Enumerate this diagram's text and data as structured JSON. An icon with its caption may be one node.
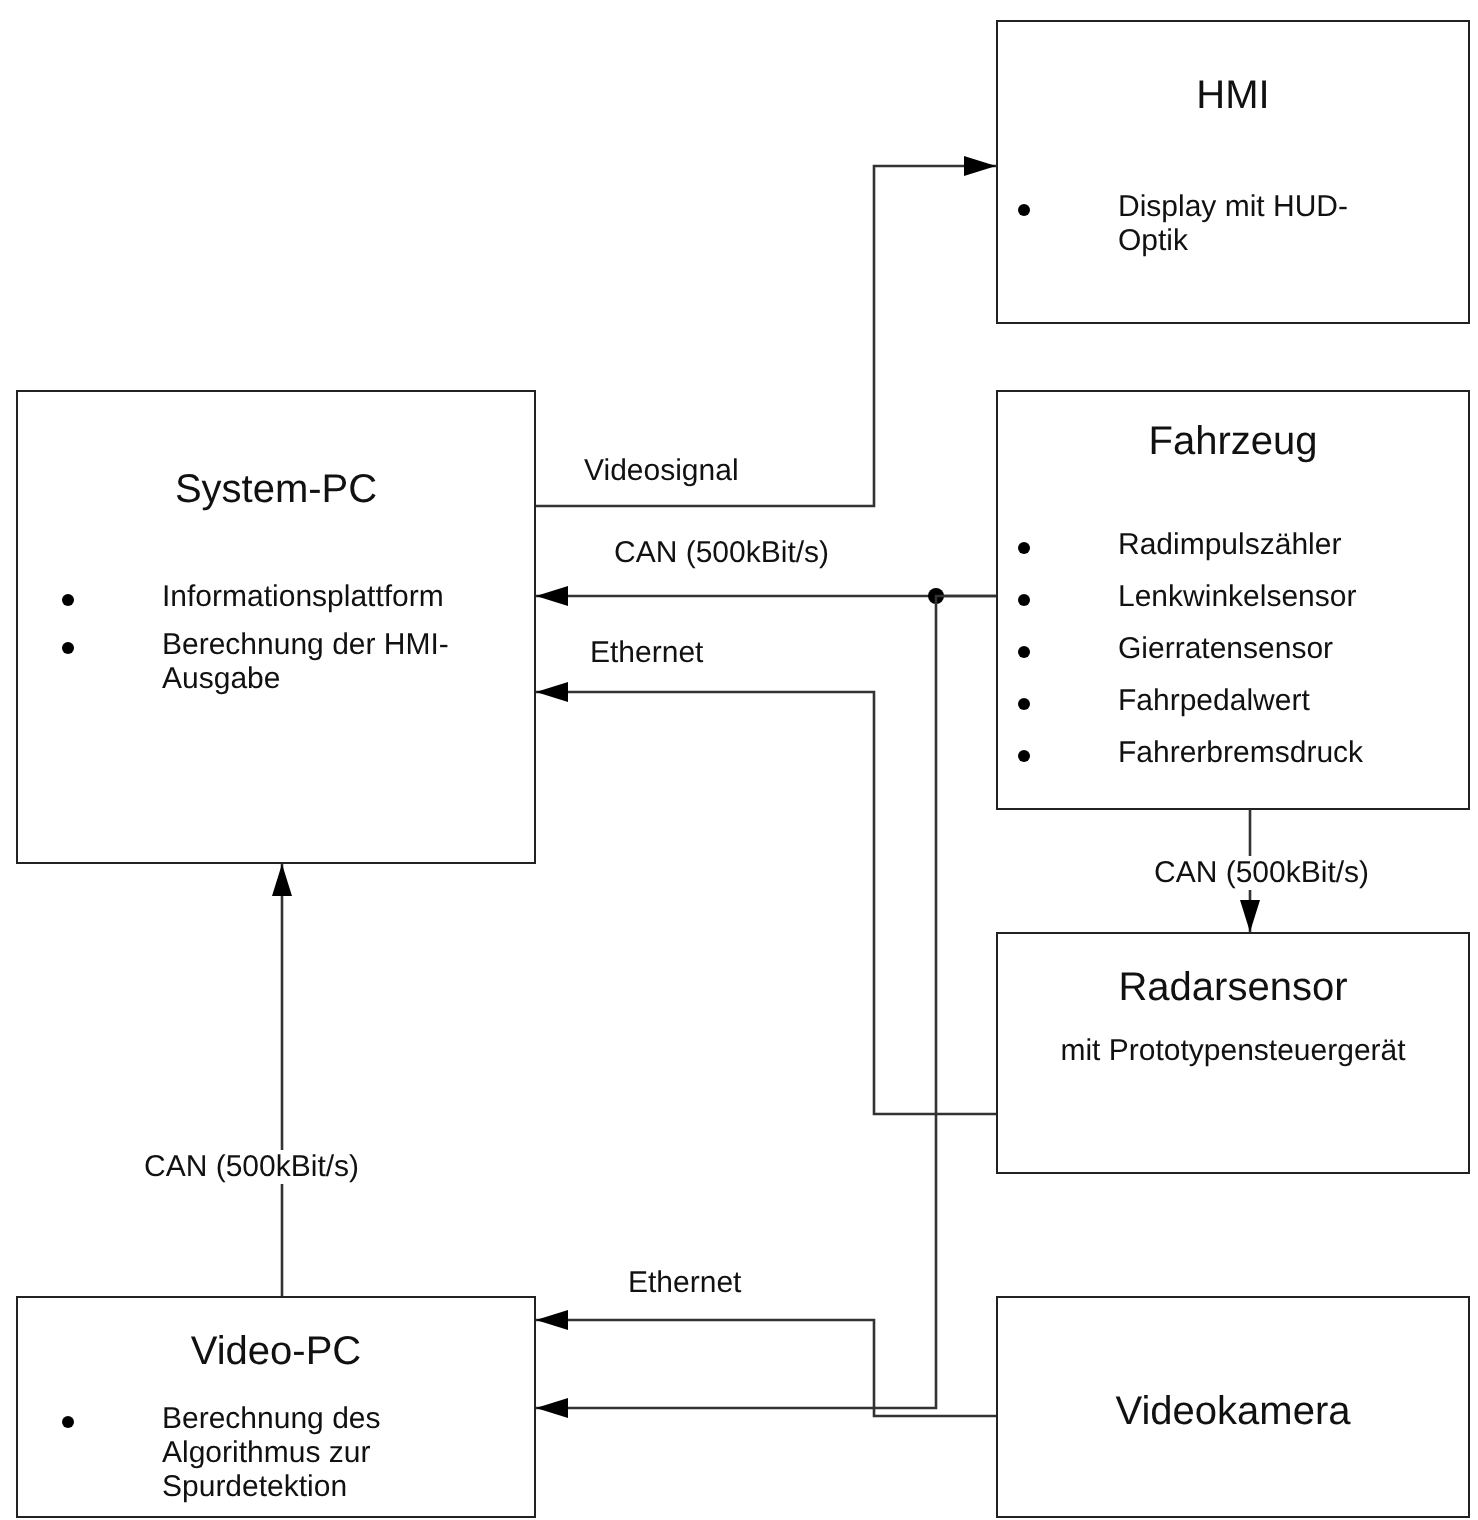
{
  "diagram": {
    "nodes": [
      {
        "text": [
          "HMI",
          "Display mit HUD-Optik"
        ]
      },
      {
        "text": [
          "System-PC",
          "Informationsplattform",
          "Berechnung der HMI-Ausgabe"
        ]
      },
      {
        "text": [
          "Fahrzeug",
          "Radimpulszähler",
          "Lenkwinkelsensor",
          "Gierratensensor",
          "Fahrpedalwert",
          "Fahrerbremsdruck"
        ]
      },
      {
        "text": [
          "Radarsensor",
          "mit Prototypensteuergerät"
        ]
      },
      {
        "text": [
          "Video-PC",
          "Berechnung des Algorithmus zur Spurdetektion"
        ]
      },
      {
        "text": [
          "Videokamera"
        ]
      }
    ],
    "edges": [
      {
        "from": 1,
        "to": 0,
        "arrow": "to",
        "label": "Videosignal"
      },
      {
        "from": 2,
        "to": 1,
        "arrow": "to",
        "label": "CAN (500kBit/s)"
      },
      {
        "from": 2,
        "to": 4,
        "arrow": "to"
      },
      {
        "from": 3,
        "to": 1,
        "arrow": "to",
        "label": "Ethernet"
      },
      {
        "from": 2,
        "to": 3,
        "arrow": "to",
        "label": "CAN (500kBit/s)"
      },
      {
        "from": 5,
        "to": 4,
        "arrow": "to",
        "label": "Ethernet"
      },
      {
        "from": 4,
        "to": 1,
        "arrow": "to",
        "label": "CAN (500kBit/s)"
      }
    ]
  }
}
